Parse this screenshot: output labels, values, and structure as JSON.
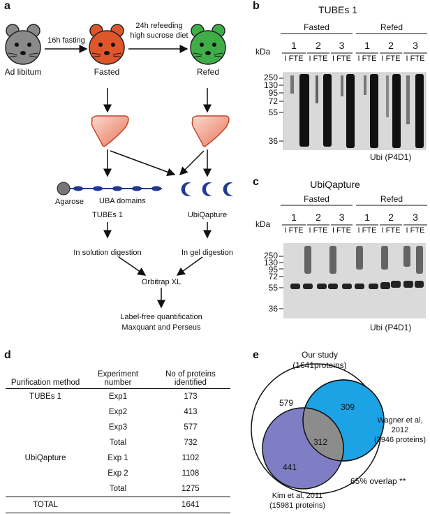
{
  "panel_a": {
    "label": "a",
    "states": [
      "Ad libitum",
      "Fasted",
      "Refed"
    ],
    "arrow1": "16h fasting",
    "arrow2_line1": "24h refeeding",
    "arrow2_line2": "high sucrose diet",
    "uba_domains": "UBA domains",
    "agarose": "Agarose",
    "tubes": "TUBEs 1",
    "ubiqapture": "UbiQapture",
    "digest_left": "In solution digestion",
    "digest_right": "In gel digestion",
    "orbitrap": "Orbitrap XL",
    "quant_line1": "Label-free quantification",
    "quant_line2": "Maxquant and Perseus"
  },
  "panel_b": {
    "label": "b",
    "title": "TUBEs 1",
    "group_fasted": "Fasted",
    "group_refed": "Refed",
    "lane_numbers": [
      "1",
      "2",
      "3",
      "1",
      "2",
      "3"
    ],
    "lane_sub": "I FTE",
    "kda": "kDa",
    "markers": [
      "250",
      "130",
      "95",
      "72",
      "55",
      "36"
    ],
    "antibody": "Ubi (P4D1)"
  },
  "panel_c": {
    "label": "c",
    "title": "UbiQapture",
    "group_fasted": "Fasted",
    "group_refed": "Refed",
    "lane_numbers": [
      "1",
      "2",
      "3",
      "1",
      "2",
      "3"
    ],
    "lane_sub": "I FTE",
    "kda": "kDa",
    "markers": [
      "250",
      "130",
      "95",
      "72",
      "55",
      "36"
    ],
    "antibody": "Ubi (P4D1)"
  },
  "panel_d": {
    "label": "d",
    "headers": [
      "Purification method",
      "Experiment number",
      "No of proteins identified"
    ],
    "rows": [
      {
        "method": "TUBEs 1",
        "exp": "Exp1",
        "n": "173"
      },
      {
        "method": "",
        "exp": "Exp2",
        "n": "413"
      },
      {
        "method": "",
        "exp": "Exp3",
        "n": "577"
      },
      {
        "method": "",
        "exp": "Total",
        "n": "732"
      },
      {
        "method": "UbiQapture",
        "exp": "Exp 1",
        "n": "1102"
      },
      {
        "method": "",
        "exp": "Exp 2",
        "n": "1108"
      },
      {
        "method": "",
        "exp": "Total",
        "n": "1275"
      }
    ],
    "total_label": "TOTAL",
    "total_value": "1641"
  },
  "panel_e": {
    "label": "e",
    "study_line1": "Our study",
    "study_line2": "(1641proteins)",
    "wagner_line1": "Wagner et al,",
    "wagner_line2": "2012",
    "wagner_line3": "(3946 proteins)",
    "kim_line1": "Kim et al, 2011",
    "kim_line2": "(15981 proteins)",
    "n_only_ours": "579",
    "n_wagner": "309",
    "n_all": "312",
    "n_kim": "441",
    "overlap": "65% overlap **",
    "colors": {
      "blue": "#1ba3e6",
      "purple": "#7f7dc4",
      "grey": "#8c8c8c"
    }
  }
}
